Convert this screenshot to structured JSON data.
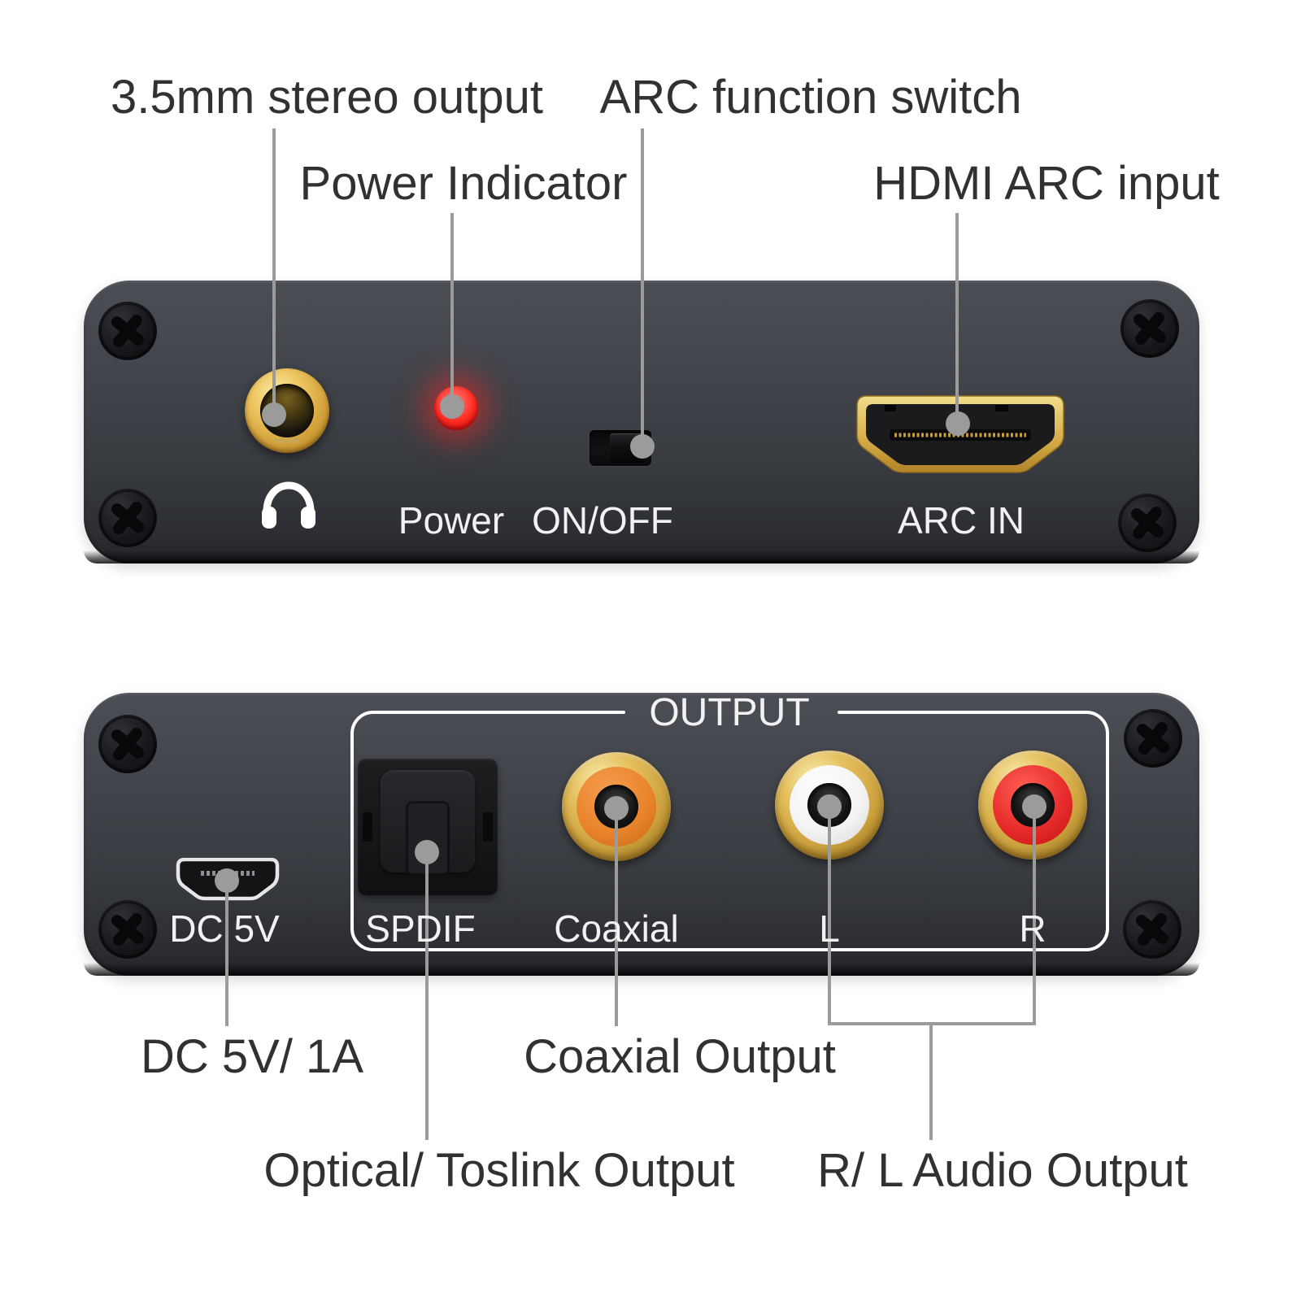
{
  "colors": {
    "panel_dark": "#3e4146",
    "leader_gray": "#9b9b9b",
    "callout_text": "#313131",
    "panel_text": "#f2f2f2",
    "gold": "#d8ab45",
    "led_red": "#ff2a22",
    "coaxial_orange": "#e8832a",
    "rca_white": "#f3f3f3",
    "rca_red": "#e62a2a",
    "output_border": "#ffffff"
  },
  "front_view": {
    "callouts": {
      "stereo_output": {
        "label": "3.5mm stereo output"
      },
      "power_indicator": {
        "label": "Power Indicator"
      },
      "arc_switch": {
        "label": "ARC function switch"
      },
      "hdmi_input": {
        "label": "HDMI ARC input"
      }
    },
    "panel": {
      "power_label": "Power",
      "switch_label": "ON/OFF",
      "hdmi_label": "ARC IN"
    },
    "icons": {
      "headphone": "headphone-icon"
    }
  },
  "rear_view": {
    "group_label": "OUTPUT",
    "panel": {
      "dc_label": "DC 5V",
      "spdif_label": "SPDIF",
      "coaxial_label": "Coaxial",
      "left_label": "L",
      "right_label": "R"
    },
    "callouts": {
      "dc_power": {
        "label": "DC 5V/ 1A"
      },
      "coaxial_output": {
        "label": "Coaxial Output"
      },
      "optical_output": {
        "label": "Optical/ Toslink Output"
      },
      "rl_audio_output": {
        "label": "R/ L Audio Output"
      }
    }
  }
}
